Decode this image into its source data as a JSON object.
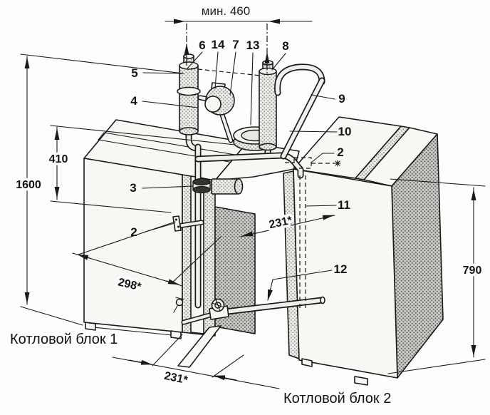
{
  "diagram": {
    "captions": {
      "block1": "Котловой блок 1",
      "block2": "Котловой блок 2"
    },
    "dimensions": {
      "min460": "мин. 460",
      "h1600": "1600",
      "h410": "410",
      "h790": "790",
      "w298": "298*",
      "w231_mid": "231*",
      "w231_bottom": "231*"
    },
    "part_numbers": {
      "n2": "2",
      "n3": "3",
      "n4": "4",
      "n5": "5",
      "n6": "6",
      "n7": "7",
      "n8": "8",
      "n9": "9",
      "n10": "10",
      "n11": "11",
      "n12": "12",
      "n13": "13",
      "n14": "14"
    },
    "colors": {
      "line": "#1a1a1a",
      "hatch_light": "#ededea",
      "hatch_dark": "#cfcfcb",
      "background": "#fdfdfd"
    }
  }
}
